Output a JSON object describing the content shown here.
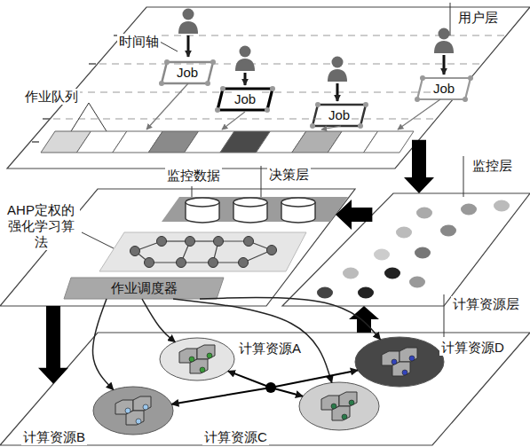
{
  "diagram": {
    "nodes": [
      {
        "text": [
          "用户层"
        ]
      },
      {
        "text": [
          "Job"
        ],
        "in": 0
      },
      {
        "text": [
          "Job"
        ],
        "in": 0
      },
      {
        "text": [
          "Job"
        ],
        "in": 0
      },
      {
        "text": [
          "Job"
        ],
        "in": 0
      },
      {
        "text": [
          "监控层"
        ]
      },
      {
        "text": [
          "决策层"
        ]
      },
      {
        "text": [
          "作业调度器"
        ],
        "in": 6
      },
      {
        "text": [
          "计算资源层"
        ]
      },
      {
        "text": [
          "计算资源A"
        ],
        "in": 8
      },
      {
        "text": [
          "计算资源D"
        ],
        "in": 8
      },
      {
        "text": [
          "计算资源B"
        ],
        "in": 8
      },
      {
        "text": [
          "计算资源C"
        ],
        "in": 8
      }
    ],
    "edges": [
      {
        "from": 0,
        "to": 5,
        "arrow": "to"
      },
      {
        "from": 5,
        "to": 6,
        "arrow": "to"
      },
      {
        "from": 6,
        "to": 8,
        "arrow": "to"
      },
      {
        "from": 8,
        "to": 5,
        "arrow": "to"
      },
      {
        "from": 7,
        "to": 9,
        "arrow": "to"
      },
      {
        "from": 7,
        "to": 10,
        "arrow": "to"
      },
      {
        "from": 7,
        "to": 11,
        "arrow": "to"
      },
      {
        "from": 7,
        "to": 12,
        "arrow": "to"
      },
      {
        "from": 9,
        "to": 12,
        "arrow": "both"
      },
      {
        "from": 11,
        "to": 10,
        "arrow": "both"
      }
    ],
    "labels": [
      "时间轴",
      "作业队列",
      "监控数据",
      "AHP定权的强化学习算法"
    ]
  }
}
